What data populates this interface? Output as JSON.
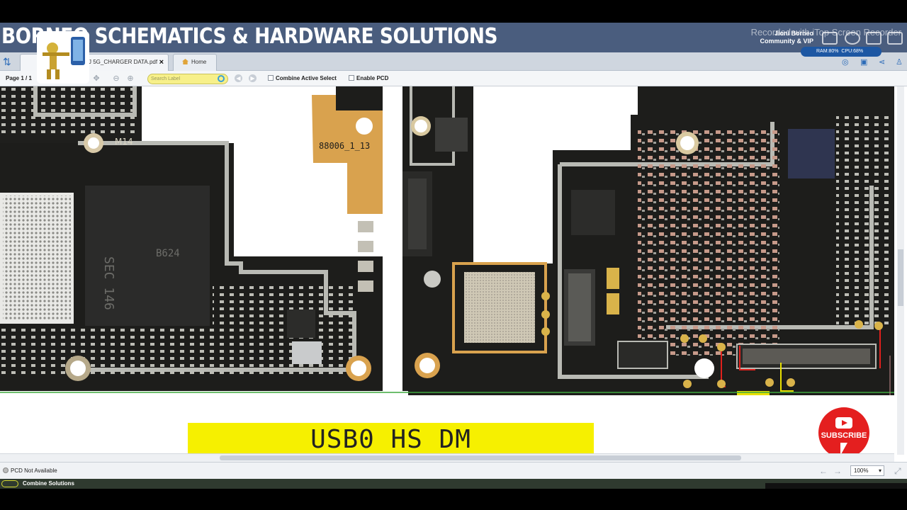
{
  "banner": {
    "title": "BORNEO SCHEMATICS & HARDWARE SOLUTIONS",
    "user_name": "Jioni Borneo",
    "user_tier": "Community & VIP",
    "watermark": "Recorded with iTop Screen Recorder"
  },
  "tabs": {
    "pdf_label": "J 5G_CHARGER DATA.pdf",
    "pdf_close": "×",
    "home_label": "Home"
  },
  "system": {
    "ram": "RAM:80%",
    "cpu": "CPU:68%"
  },
  "toolbar": {
    "page_indicator": "Page 1 / 1",
    "search_placeholder": "Search Label",
    "combine_active_select": "Combine Active Select",
    "enable_pcd": "Enable PCD"
  },
  "board": {
    "labels": [
      "M14",
      "88006_1_13",
      "SEC 146",
      "B624"
    ],
    "trace_color_red": "#e0201c",
    "trace_color_yellow": "#e8e000",
    "trace_color_green": "#3fa83f"
  },
  "caption": "USB0 HS DM",
  "subscribe_label": "SUBSCRIBE",
  "statusbar": {
    "pcd_status": "PCD Not Available",
    "zoom": "100%"
  },
  "bottombar": {
    "combine_solutions": "Combine Solutions"
  }
}
